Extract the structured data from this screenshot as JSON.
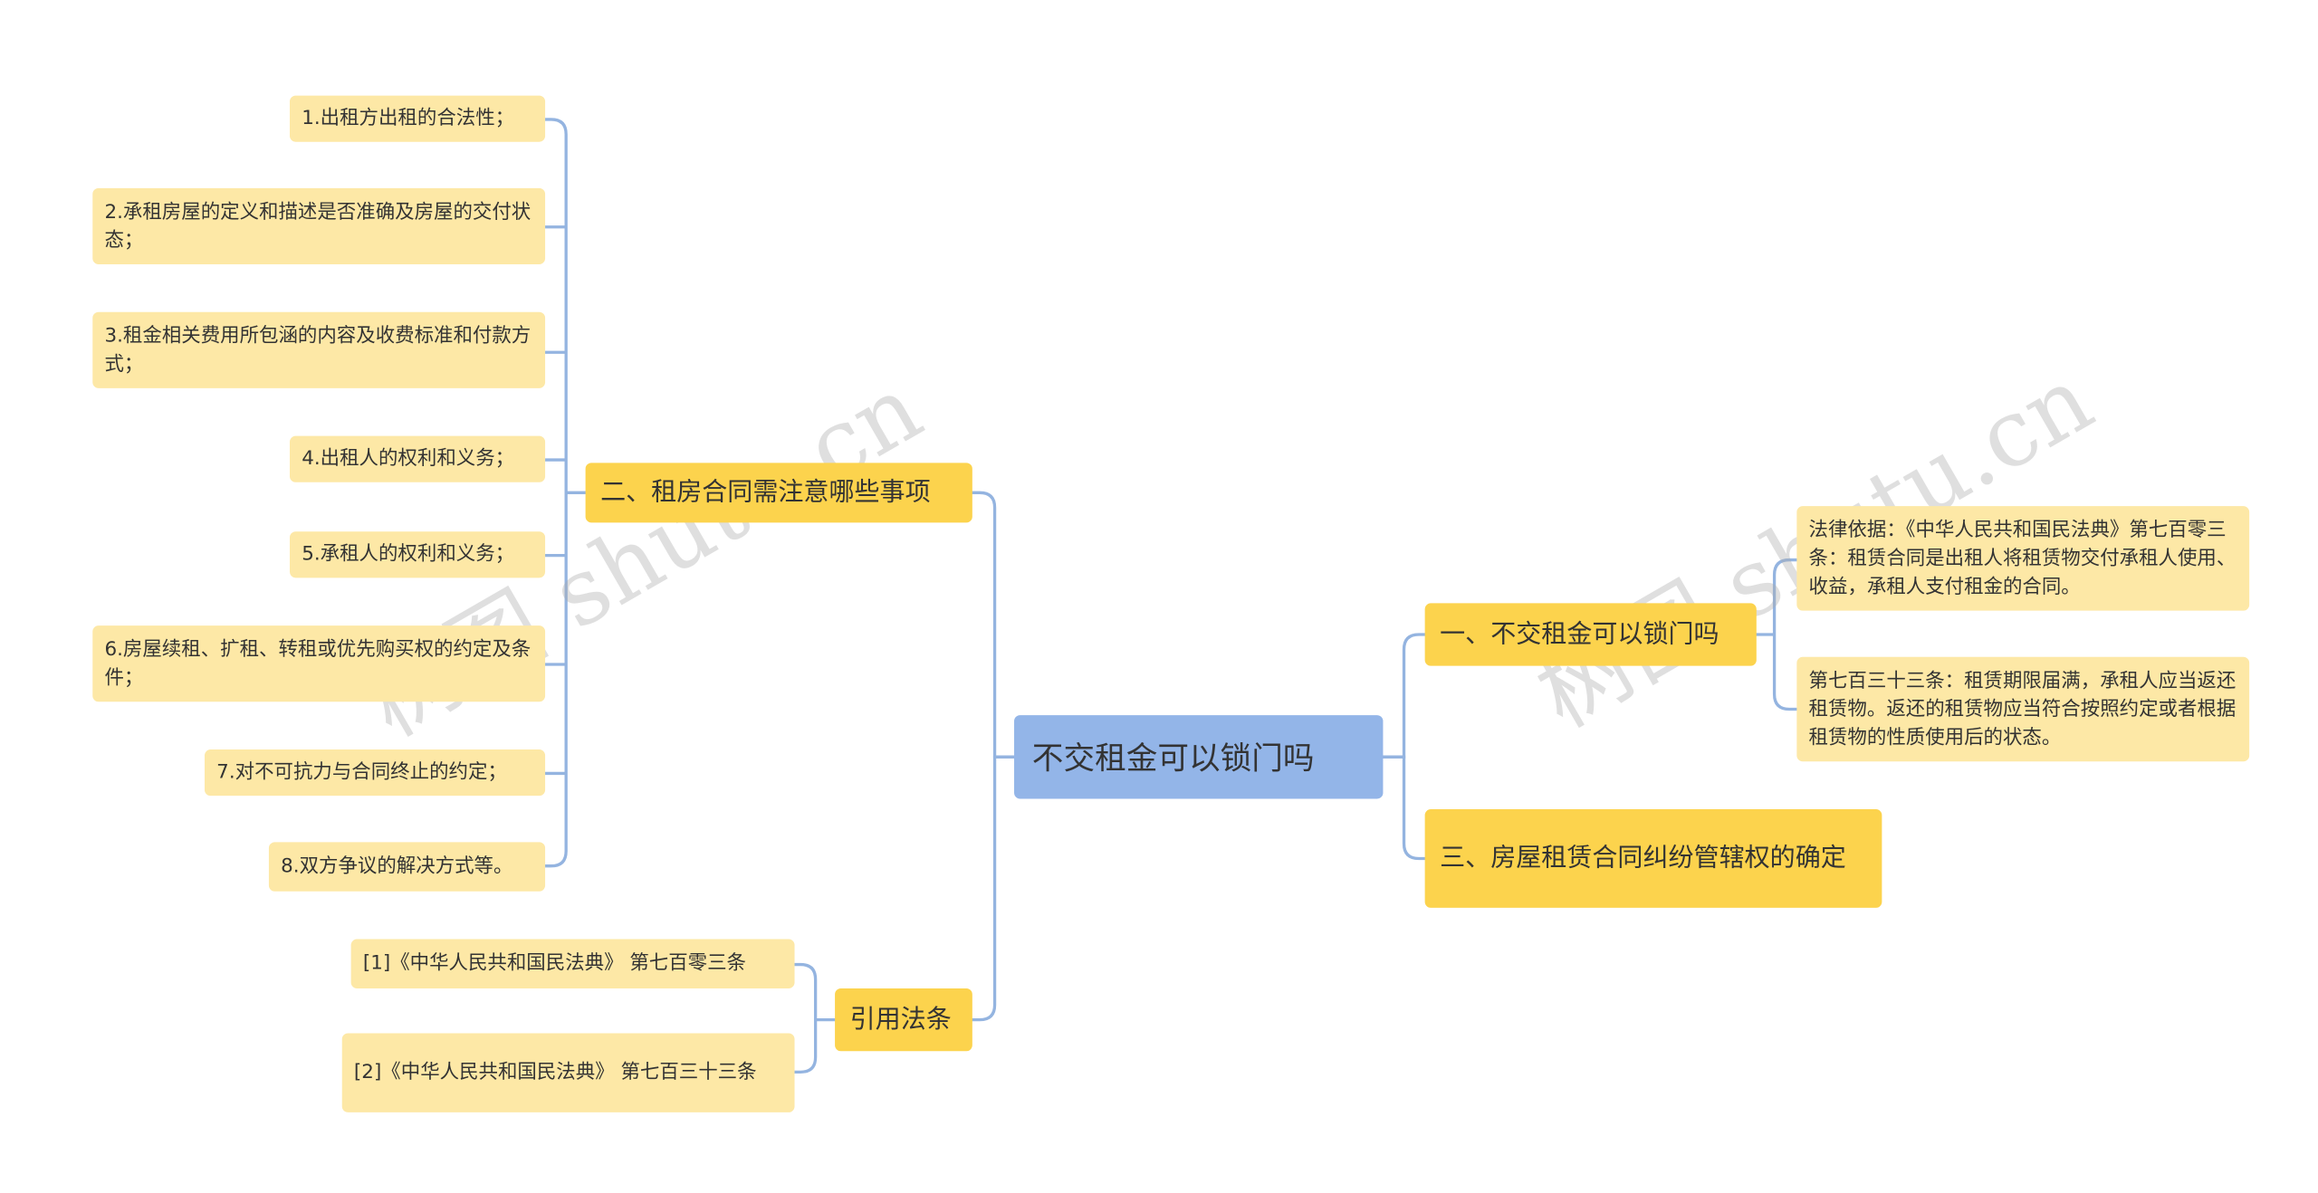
{
  "root": {
    "label": "不交租金可以锁门吗"
  },
  "branches": {
    "left_top": {
      "label": "二、租房合同需注意哪些事项",
      "items": [
        "1.出租方出租的合法性；",
        "2.承租房屋的定义和描述是否准确及房屋的交付状态；",
        "3.租金相关费用所包涵的内容及收费标准和付款方式；",
        "4.出租人的权利和义务；",
        "5.承租人的权利和义务；",
        "6.房屋续租、扩租、转租或优先购买权的约定及条件；",
        "7.对不可抗力与合同终止的约定；",
        "8.双方争议的解决方式等。"
      ]
    },
    "left_bottom": {
      "label": "引用法条",
      "items": [
        "[1]《中华人民共和国民法典》 第七百零三条",
        "[2]《中华人民共和国民法典》 第七百三十三条"
      ]
    },
    "right_top": {
      "label": "一、不交租金可以锁门吗",
      "items": [
        "法律依据：《中华人民共和国民法典》第七百零三条：租赁合同是出租人将租赁物交付承租人使用、收益，承租人支付租金的合同。",
        "第七百三十三条：租赁期限届满，承租人应当返还租赁物。返还的租赁物应当符合按照约定或者根据租赁物的性质使用后的状态。"
      ]
    },
    "right_bottom": {
      "label": "三、房屋租赁合同纠纷管辖权的确定"
    }
  },
  "watermark": {
    "text": "树图 shutu.cn"
  },
  "colors": {
    "root_fill": "#93b5e8",
    "branch_fill": "#fcd34d",
    "leaf_fill": "#fde8a6",
    "connector": "#94b4e0",
    "text": "#333333"
  }
}
